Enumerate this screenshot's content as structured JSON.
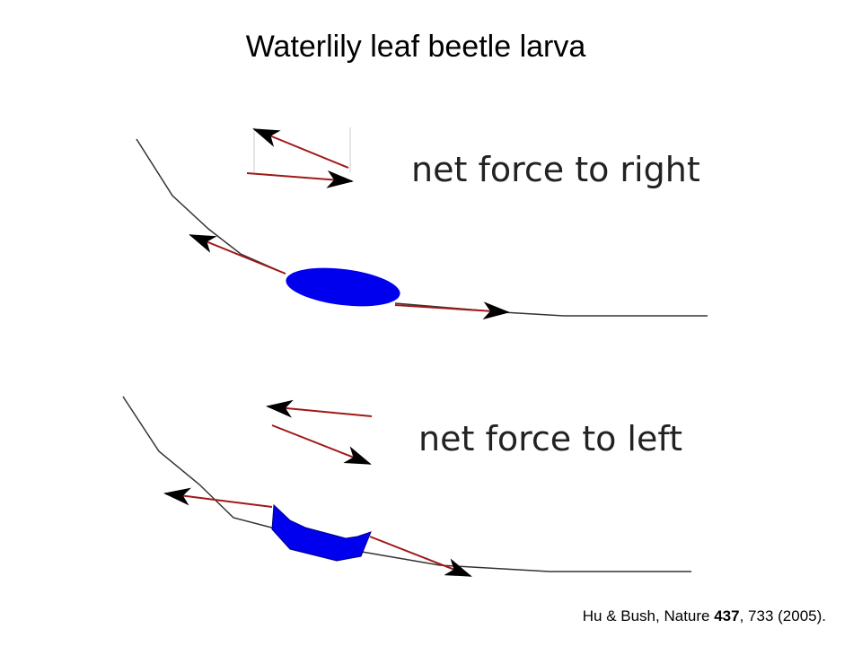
{
  "slide": {
    "title": "Waterlily leaf beetle larva"
  },
  "panels": {
    "top": {
      "label": "net force to right"
    },
    "bottom": {
      "label": "net force to left"
    }
  },
  "citation": {
    "prefix": "Hu & Bush, Nature ",
    "volume": "437",
    "suffix": ", 733 (2005)."
  },
  "colors": {
    "force_arrow": "#a01818",
    "arrowhead": "#000000",
    "larva": "#0000ee",
    "water_surface": "#333333"
  }
}
